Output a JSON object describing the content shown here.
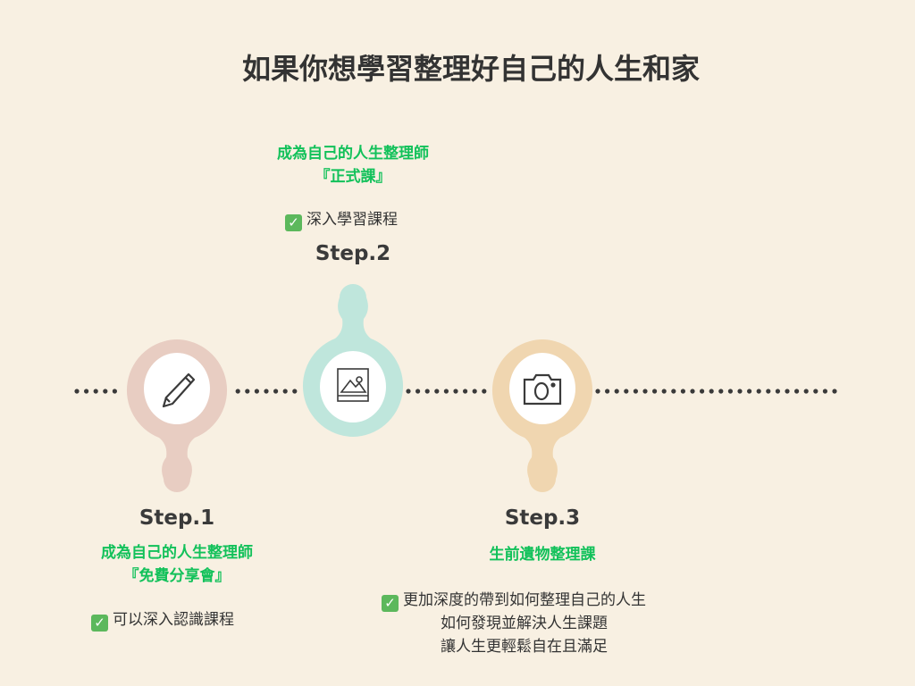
{
  "title": "如果你想學習整理好自己的人生和家",
  "colors": {
    "step1": "#e8cdc2",
    "step2": "#bfe6dc",
    "step3": "#f0d6b0",
    "accent": "#12c15a",
    "dots": "#3a3a3a"
  },
  "steps": [
    {
      "label": "Step.1",
      "course_line1": "成為自己的人生整理師",
      "course_line2": "『免費分享會』",
      "items": [
        "可以深入認識課程"
      ],
      "icon": "pencil-icon"
    },
    {
      "label": "Step.2",
      "course_line1": "成為自己的人生整理師",
      "course_line2": "『正式課』",
      "items": [
        "深入學習課程"
      ],
      "icon": "image-icon"
    },
    {
      "label": "Step.3",
      "course_line1": "生前遺物整理課",
      "items": [
        "更加深度的帶到如何整理自己的人生",
        "如何發現並解決人生課題",
        "讓人生更輕鬆自在且滿足"
      ],
      "icon": "camera-icon"
    }
  ]
}
